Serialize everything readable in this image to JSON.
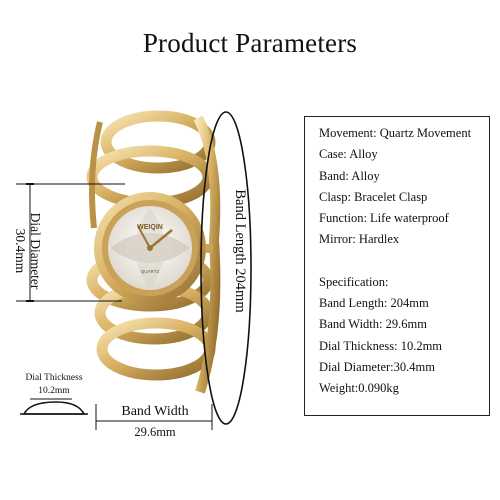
{
  "title": "Product Parameters",
  "specs_top": [
    "Movement: Quartz Movement",
    "Case: Alloy",
    "Band: Alloy",
    "Clasp: Bracelet Clasp",
    "Function: Life waterproof",
    "Mirror: Hardlex"
  ],
  "specs_bottom": [
    "Specification:",
    "Band Length: 204mm",
    "Band Width: 29.6mm",
    "Dial Thickness: 10.2mm",
    "Dial Diameter:30.4mm",
    "Weight:0.090kg"
  ],
  "labels": {
    "dial_diameter_title": "Dial Diameter",
    "dial_diameter_value": "30.4mm",
    "band_length": "Band Length 204mm",
    "band_width_title": "Band Width",
    "band_width_value": "29.6mm",
    "dial_thickness_title": "Dial Thickness",
    "dial_thickness_value": "10.2mm"
  },
  "watch": {
    "brand": "WEIQIN",
    "dial_text": "QUARTZ"
  },
  "colors": {
    "gold_light": "#f4dca0",
    "gold_mid": "#d9b46a",
    "gold_dark": "#9a7432",
    "dial_white": "#f3f1ec"
  }
}
